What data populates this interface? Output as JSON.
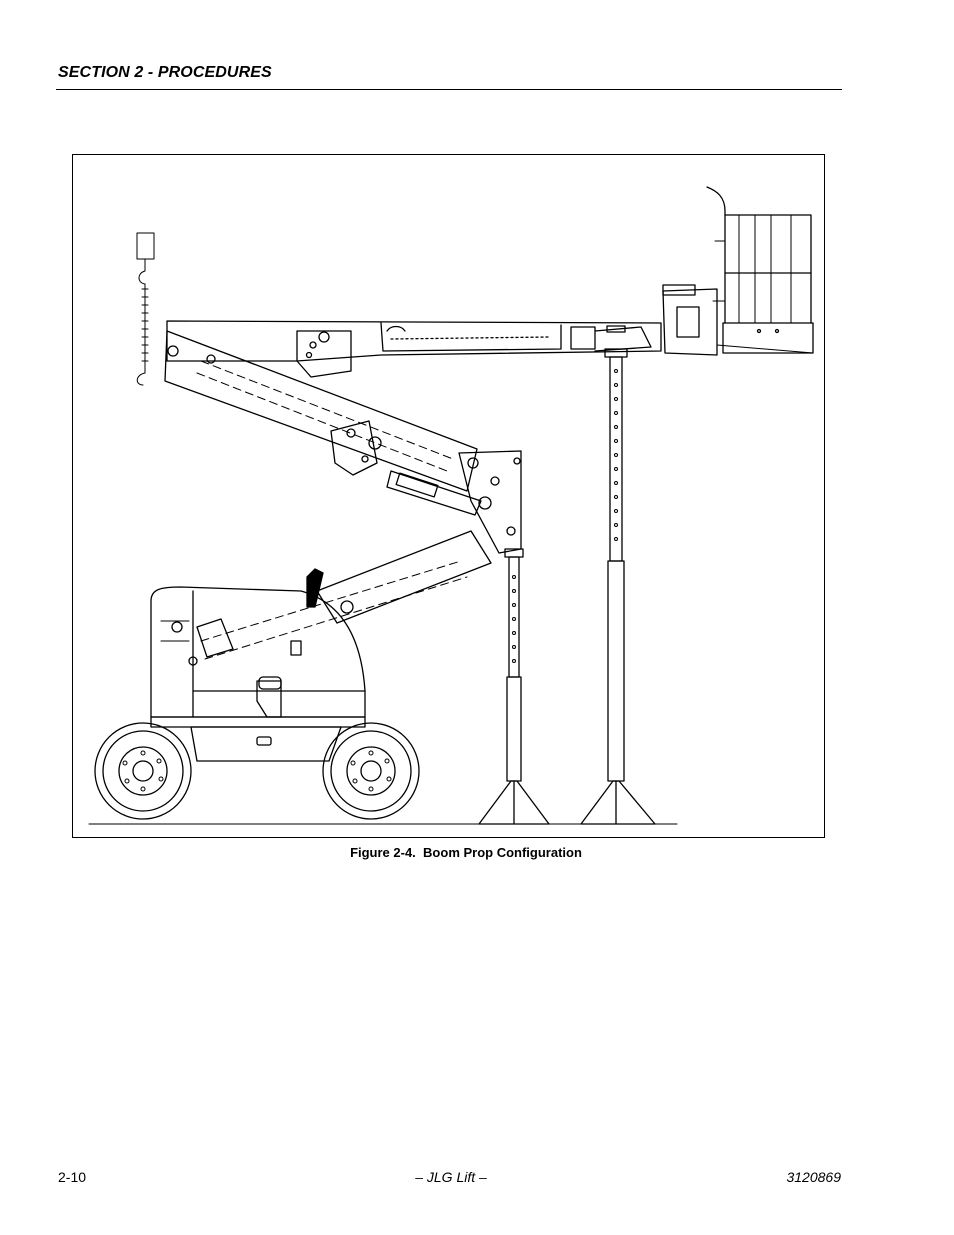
{
  "header": {
    "section_title": "SECTION 2 - PROCEDURES"
  },
  "figure": {
    "caption_number": "Figure 2-4.",
    "caption_title": "Boom Prop Configuration",
    "icon": "boom-lift-illustration"
  },
  "footer": {
    "page_number": "2-10",
    "publisher": "– JLG Lift –",
    "document_number": "3120869"
  }
}
